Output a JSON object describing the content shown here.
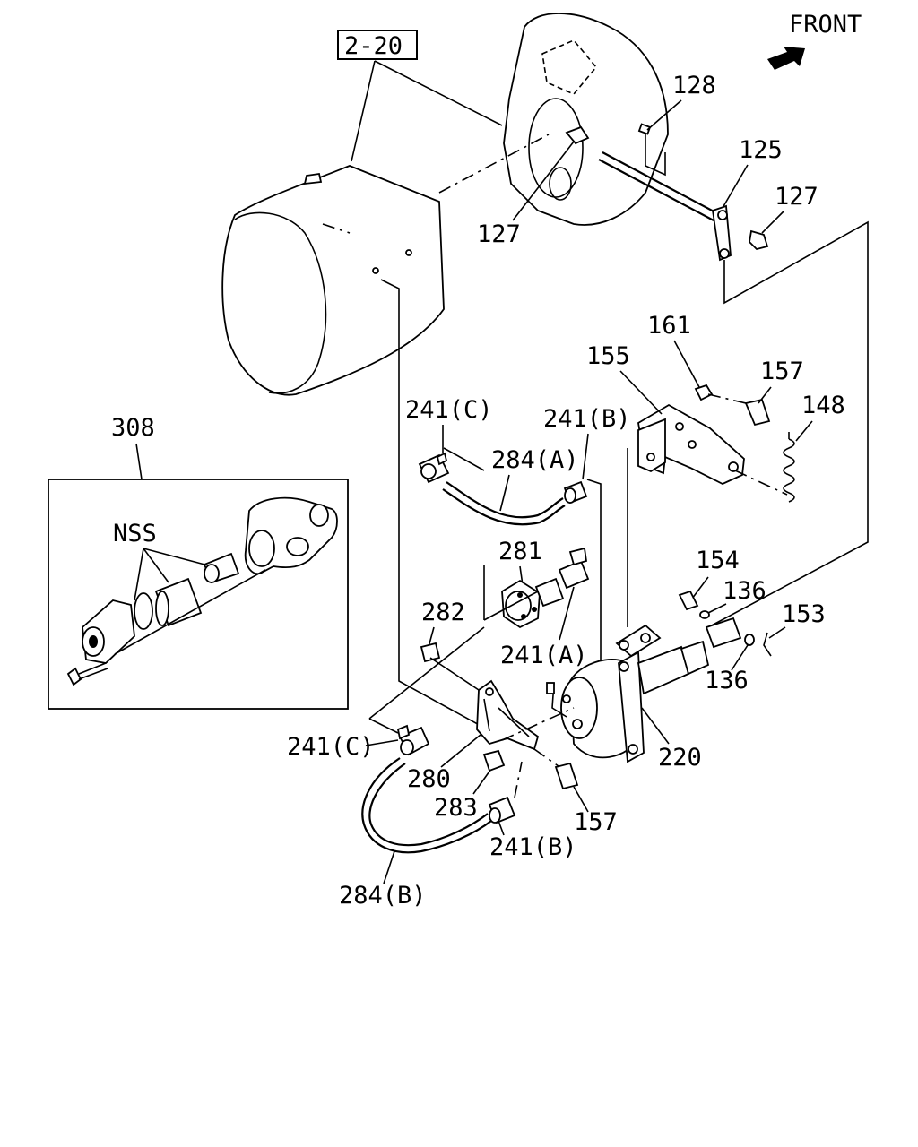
{
  "header": {
    "front_label": "FRONT",
    "ref_box_label": "2-20"
  },
  "inset": {
    "label": "308",
    "nss_label": "NSS"
  },
  "callouts": {
    "c128": "128",
    "c125": "125",
    "c127_top": "127",
    "c127_left": "127",
    "c161": "161",
    "c155": "155",
    "c157_top": "157",
    "c148": "148",
    "c241c_top": "241(C)",
    "c241b_top": "241(B)",
    "c284a": "284(A)",
    "c281": "281",
    "c282": "282",
    "c241a": "241(A)",
    "c154": "154",
    "c136_top": "136",
    "c153": "153",
    "c136_bottom": "136",
    "c241c_bottom": "241(C)",
    "c280": "280",
    "c220": "220",
    "c283": "283",
    "c157_bottom": "157",
    "c241b_bottom": "241(B)",
    "c284b": "284(B)"
  }
}
